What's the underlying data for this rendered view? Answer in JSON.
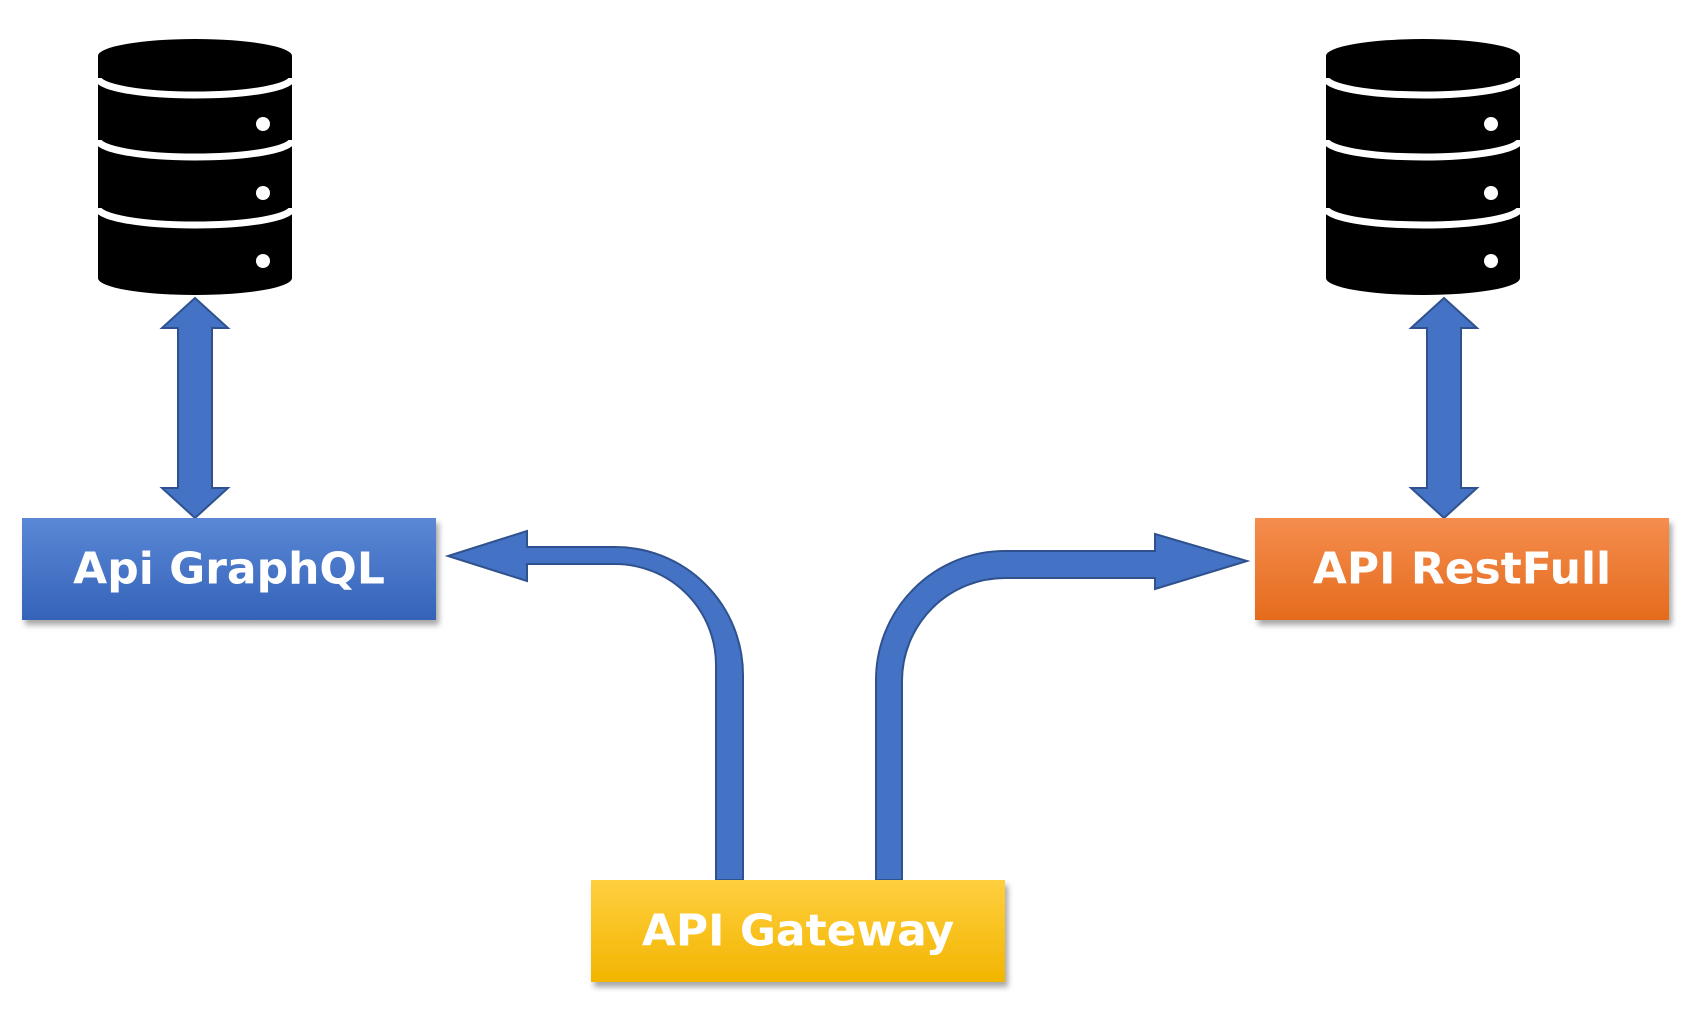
{
  "nodes": {
    "graphql": {
      "label": "Api GraphQL",
      "color": "#4472C4"
    },
    "restful": {
      "label": "API RestFull",
      "color": "#ED7D31"
    },
    "gateway": {
      "label": "API Gateway",
      "color": "#FFC000"
    }
  },
  "databases": [
    {
      "icon": "database-icon",
      "color": "#000000"
    },
    {
      "icon": "database-icon",
      "color": "#000000"
    }
  ],
  "connectors": {
    "color": "#4472C4",
    "outline": "#2F528F"
  }
}
